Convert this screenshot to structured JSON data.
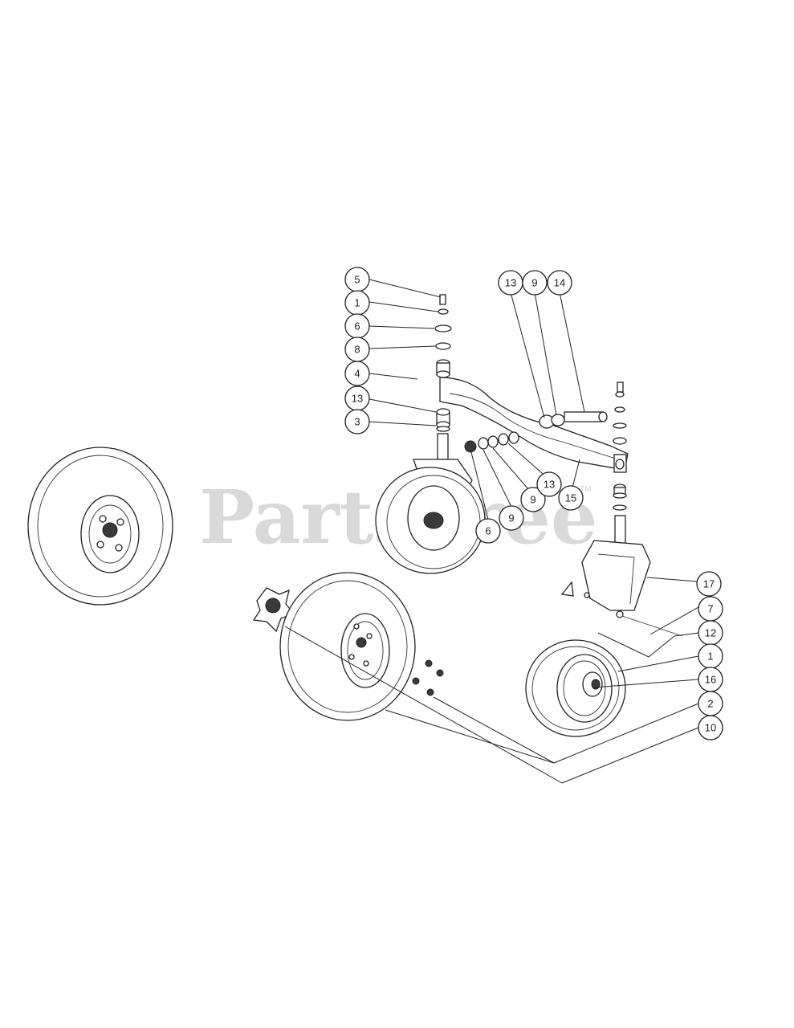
{
  "watermark": {
    "brand": "PartsTree",
    "trademark": "TM"
  },
  "callouts": [
    {
      "id": "c-5-top",
      "label": "5"
    },
    {
      "id": "c-1-top",
      "label": "1"
    },
    {
      "id": "c-6-top",
      "label": "6"
    },
    {
      "id": "c-8-top",
      "label": "8"
    },
    {
      "id": "c-4",
      "label": "4"
    },
    {
      "id": "c-13-left",
      "label": "13"
    },
    {
      "id": "c-3",
      "label": "3"
    },
    {
      "id": "c-13-top",
      "label": "13"
    },
    {
      "id": "c-9-top",
      "label": "9"
    },
    {
      "id": "c-14",
      "label": "14"
    },
    {
      "id": "c-6-mid",
      "label": "6"
    },
    {
      "id": "c-9-mid",
      "label": "9"
    },
    {
      "id": "c-9-low",
      "label": "9"
    },
    {
      "id": "c-13-mid",
      "label": "13"
    },
    {
      "id": "c-15",
      "label": "15"
    },
    {
      "id": "c-17",
      "label": "17"
    },
    {
      "id": "c-7",
      "label": "7"
    },
    {
      "id": "c-12",
      "label": "12"
    },
    {
      "id": "c-1-right",
      "label": "1"
    },
    {
      "id": "c-16",
      "label": "16"
    },
    {
      "id": "c-2",
      "label": "2"
    },
    {
      "id": "c-10",
      "label": "10"
    }
  ]
}
